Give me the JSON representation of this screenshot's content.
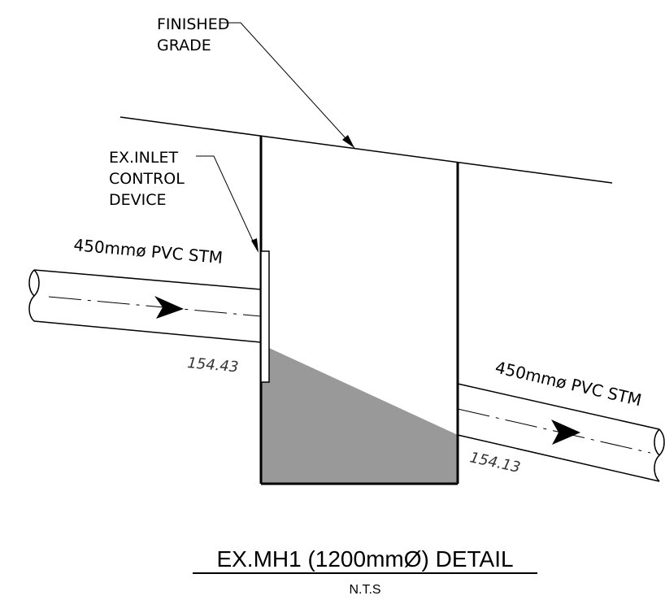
{
  "labels": {
    "finished_grade_line1": "FINISHED",
    "finished_grade_line2": "GRADE",
    "inlet_line1": "EX.INLET",
    "inlet_line2": "CONTROL",
    "inlet_line3": "DEVICE",
    "inlet_pipe": "450mmø PVC STM",
    "outlet_pipe": "450mmø PVC STM",
    "inlet_invert": "154.43",
    "outlet_invert": "154.13"
  },
  "title": {
    "main": "EX.MH1 (1200mmØ)  DETAIL",
    "subtitle": "N.T.S"
  },
  "colors": {
    "line": "#000000",
    "fill_shaded": "#999999"
  }
}
